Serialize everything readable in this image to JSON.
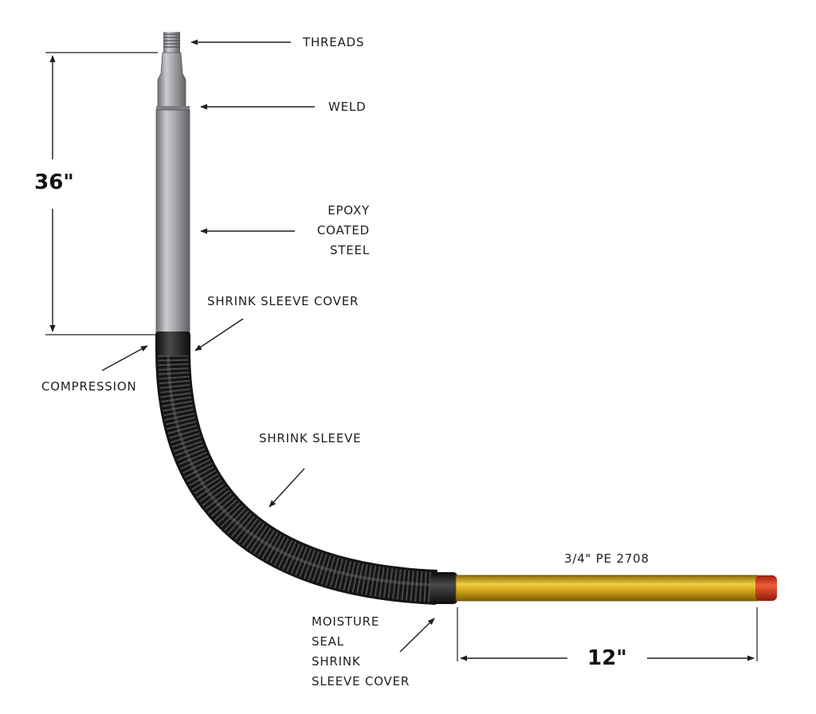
{
  "labels": {
    "threads": "THREADS",
    "weld": "WELD",
    "epoxy": [
      "EPOXY",
      "COATED",
      "STEEL"
    ],
    "shrink_sleeve_cover": "SHRINK SLEEVE COVER",
    "compression": "COMPRESSION",
    "shrink_sleeve": "SHRINK SLEEVE",
    "pe_pipe": "3/4\" PE 2708",
    "moisture_seal": [
      "MOISTURE",
      "SEAL",
      "SHRINK",
      "SLEEVE COVER"
    ]
  },
  "dimensions": {
    "riser_length": "36\"",
    "pe_stub_length": "12\""
  },
  "colors": {
    "steel": "#9a9ca0",
    "sleeve": "#2a2a2a",
    "pe_pipe": "#d4a617",
    "end_cap": "#d63a1f"
  }
}
